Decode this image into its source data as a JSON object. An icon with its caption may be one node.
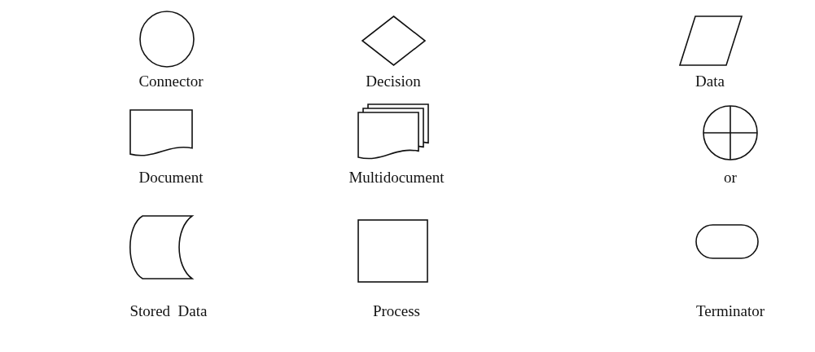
{
  "diagram": {
    "nodes": [
      {
        "text": [],
        "shape": "circle",
        "beside": [
          "Connector"
        ]
      },
      {
        "text": [],
        "shape": "diamond",
        "beside": [
          "Decision"
        ]
      },
      {
        "text": [],
        "shape": "parallelogram",
        "beside": [
          "Data"
        ]
      },
      {
        "text": [],
        "shape": "document",
        "beside": [
          "Document"
        ]
      },
      {
        "text": [],
        "shape": "documents",
        "beside": [
          "Multidocument"
        ]
      },
      {
        "text": [],
        "shape": "crossed-circle",
        "beside": [
          "or"
        ]
      },
      {
        "text": [],
        "shape": "storage",
        "beside": [
          "Stored  Data"
        ]
      },
      {
        "text": [],
        "shape": "box",
        "beside": [
          "Process"
        ]
      },
      {
        "text": [],
        "shape": "terminator",
        "beside": [
          "Terminator"
        ]
      }
    ]
  }
}
